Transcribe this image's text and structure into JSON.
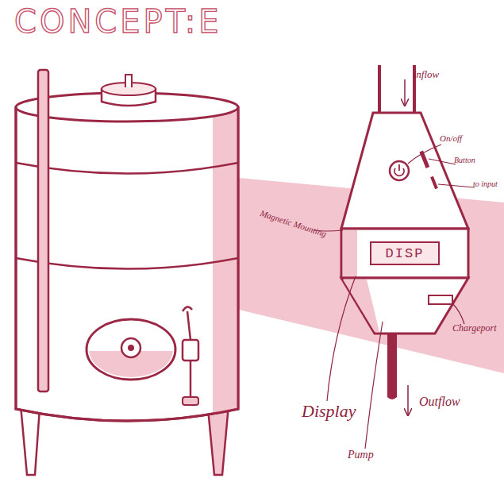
{
  "diagram": {
    "title": "CONCEPT:E",
    "nodes": [
      {
        "text": [
          "DISP"
        ]
      }
    ],
    "labels": [
      "Inflow",
      "On/off",
      "Button",
      "to input",
      "Magnetic Mounting",
      "Chargeport",
      "Display",
      "Outflow",
      "Pump"
    ]
  }
}
